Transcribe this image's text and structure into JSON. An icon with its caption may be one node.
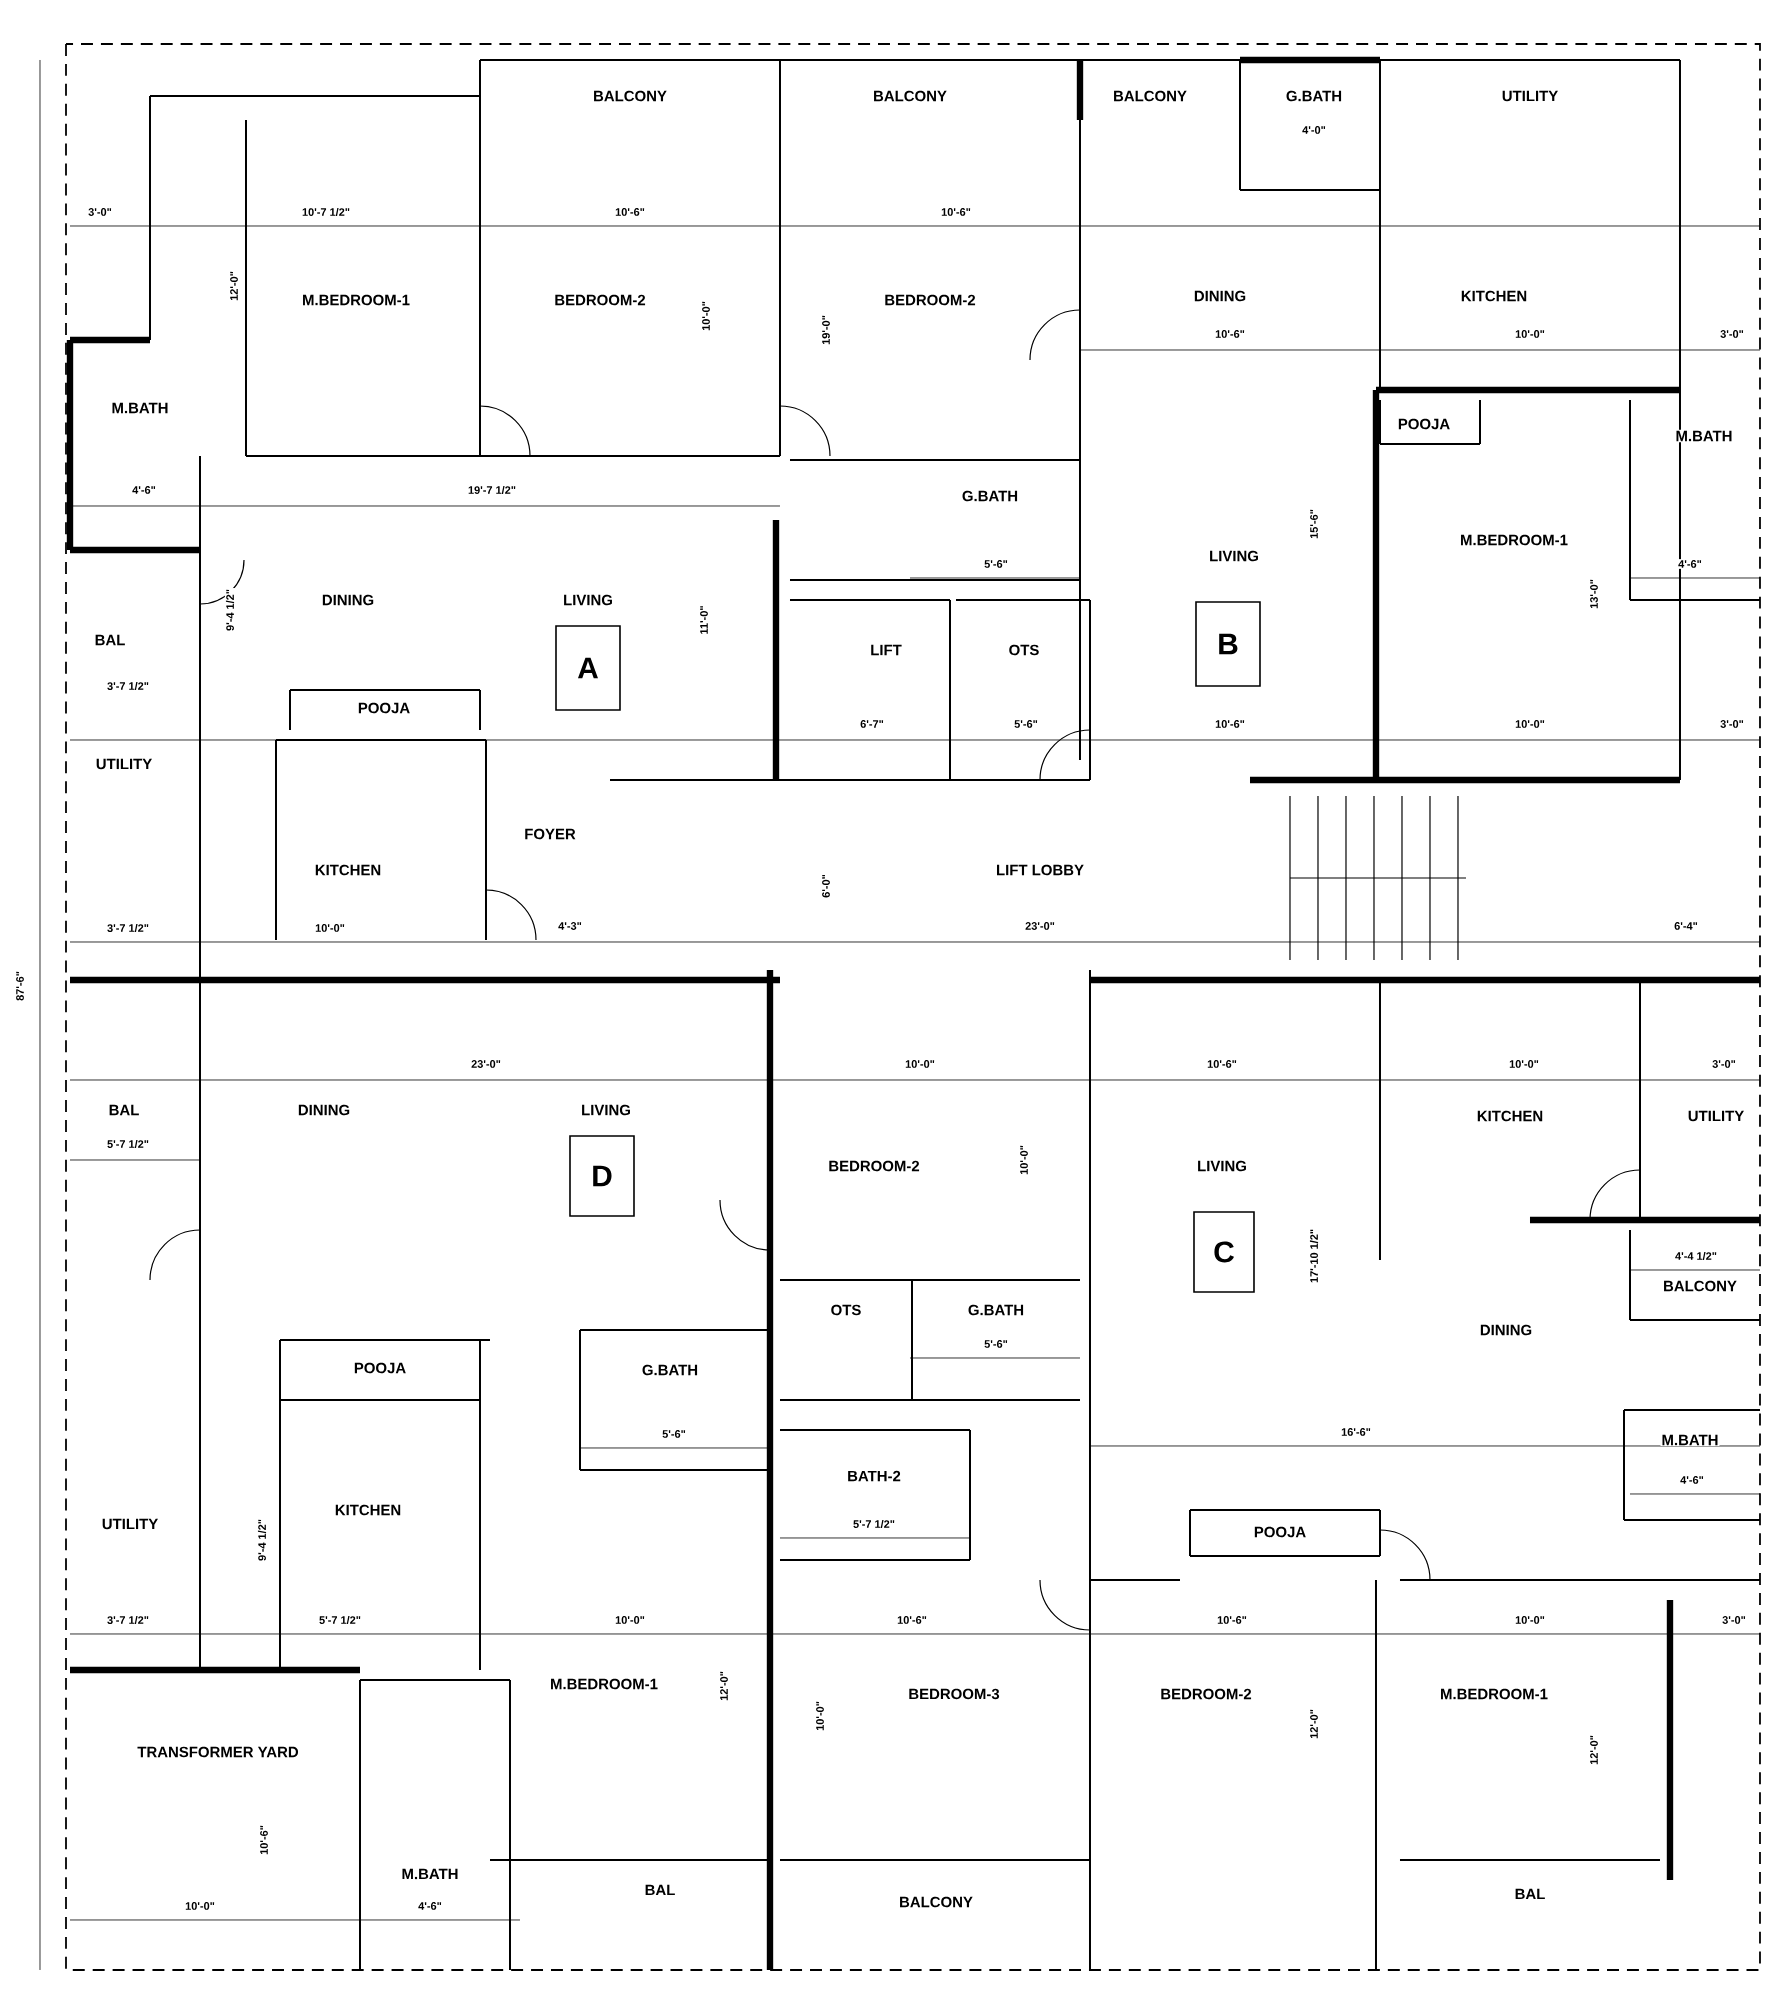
{
  "diagram": {
    "nodes": [
      {
        "text": [
          "A"
        ]
      },
      {
        "text": [
          "B"
        ]
      },
      {
        "text": [
          "C"
        ]
      },
      {
        "text": [
          "D"
        ]
      }
    ],
    "labels": [
      "BALCONY",
      "BALCONY",
      "BALCONY",
      "G.BATH",
      "UTILITY",
      "M.BEDROOM-1",
      "BEDROOM-2",
      "BEDROOM-2",
      "DINING",
      "KITCHEN",
      "M.BATH",
      "POOJA",
      "M.BATH",
      "G.BATH",
      "LIVING",
      "M.BEDROOM-1",
      "DINING",
      "LIVING",
      "BAL",
      "LIFT",
      "OTS",
      "POOJA",
      "UTILITY",
      "FOYER",
      "KITCHEN",
      "LIFT LOBBY",
      "BAL",
      "DINING",
      "LIVING",
      "BEDROOM-2",
      "LIVING",
      "KITCHEN",
      "UTILITY",
      "OTS",
      "G.BATH",
      "BALCONY",
      "DINING",
      "POOJA",
      "G.BATH",
      "UTILITY",
      "KITCHEN",
      "M.BATH",
      "BATH-2",
      "POOJA",
      "M.BEDROOM-1",
      "BEDROOM-3",
      "BEDROOM-2",
      "M.BEDROOM-1",
      "TRANSFORMER YARD",
      "M.BATH",
      "BAL",
      "BALCONY",
      "BAL",
      "3'-0\"",
      "10'-7 1/2\"",
      "10'-6\"",
      "10'-6\"",
      "4'-0\"",
      "10'-6\"",
      "10'-0\"",
      "3'-0\"",
      "4'-6\"",
      "19'-7 1/2\"",
      "5'-6\"",
      "4'-6\"",
      "3'-7 1/2\"",
      "6'-7\"",
      "5'-6\"",
      "10'-6\"",
      "10'-0\"",
      "3'-0\"",
      "3'-7 1/2\"",
      "10'-0\"",
      "4'-3\"",
      "23'-0\"",
      "6'-4\"",
      "23'-0\"",
      "10'-0\"",
      "10'-6\"",
      "10'-0\"",
      "3'-0\"",
      "5'-7 1/2\"",
      "4'-4 1/2\"",
      "5'-6\"",
      "5'-6\"",
      "16'-6\"",
      "4'-6\"",
      "5'-7 1/2\"",
      "3'-7 1/2\"",
      "5'-7 1/2\"",
      "10'-0\"",
      "10'-6\"",
      "10'-6\"",
      "10'-0\"",
      "3'-0\"",
      "10'-0\"",
      "4'-6\"",
      "12'-0\"",
      "10'-0\"",
      "19'-0\"",
      "11'-0\"",
      "9'-4 1/2\"",
      "15'-6\"",
      "13'-0\"",
      "6'-0\"",
      "10'-0\"",
      "17'-10 1/2\"",
      "12'-0\"",
      "10'-0\"",
      "12'-0\"",
      "12'-0\"",
      "9'-4 1/2\"",
      "10'-6\"",
      "87'-6\""
    ]
  }
}
